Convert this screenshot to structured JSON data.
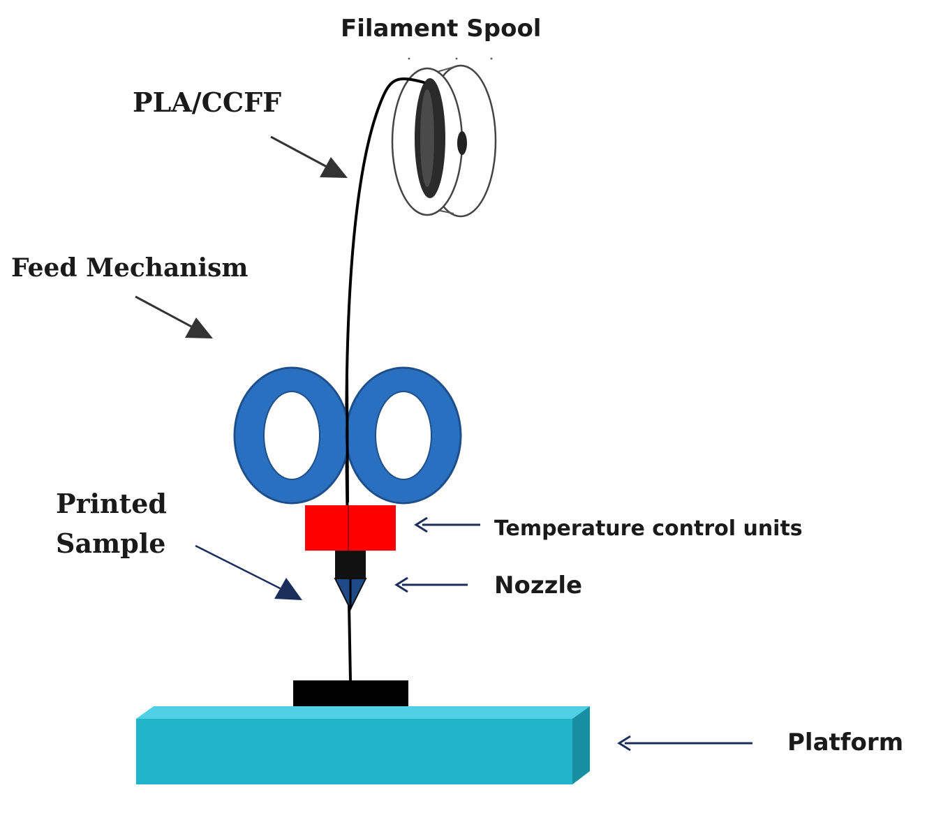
{
  "labels": {
    "filament_spool": "Filament Spool",
    "pla_ccff": "PLA/CCFF",
    "feed_mechanism": "Feed Mechanism",
    "printed_sample_line1": "Printed",
    "printed_sample_line2": "Sample",
    "temperature_control_units": "Temperature control units",
    "nozzle": "Nozzle",
    "platform": "Platform"
  },
  "colors": {
    "roller_blue": "#2a70c0",
    "roller_outline": "#1d4f8c",
    "heater_red": "#ff0000",
    "platform_top": "#4fd0e4",
    "platform_front": "#22b4cb",
    "platform_side": "#168fa3",
    "pointer_dark_blue": "#1b2d5a",
    "pointer_gray": "#333333",
    "nozzle_tip_blue": "#1f4a8a",
    "filament": "#000000"
  }
}
